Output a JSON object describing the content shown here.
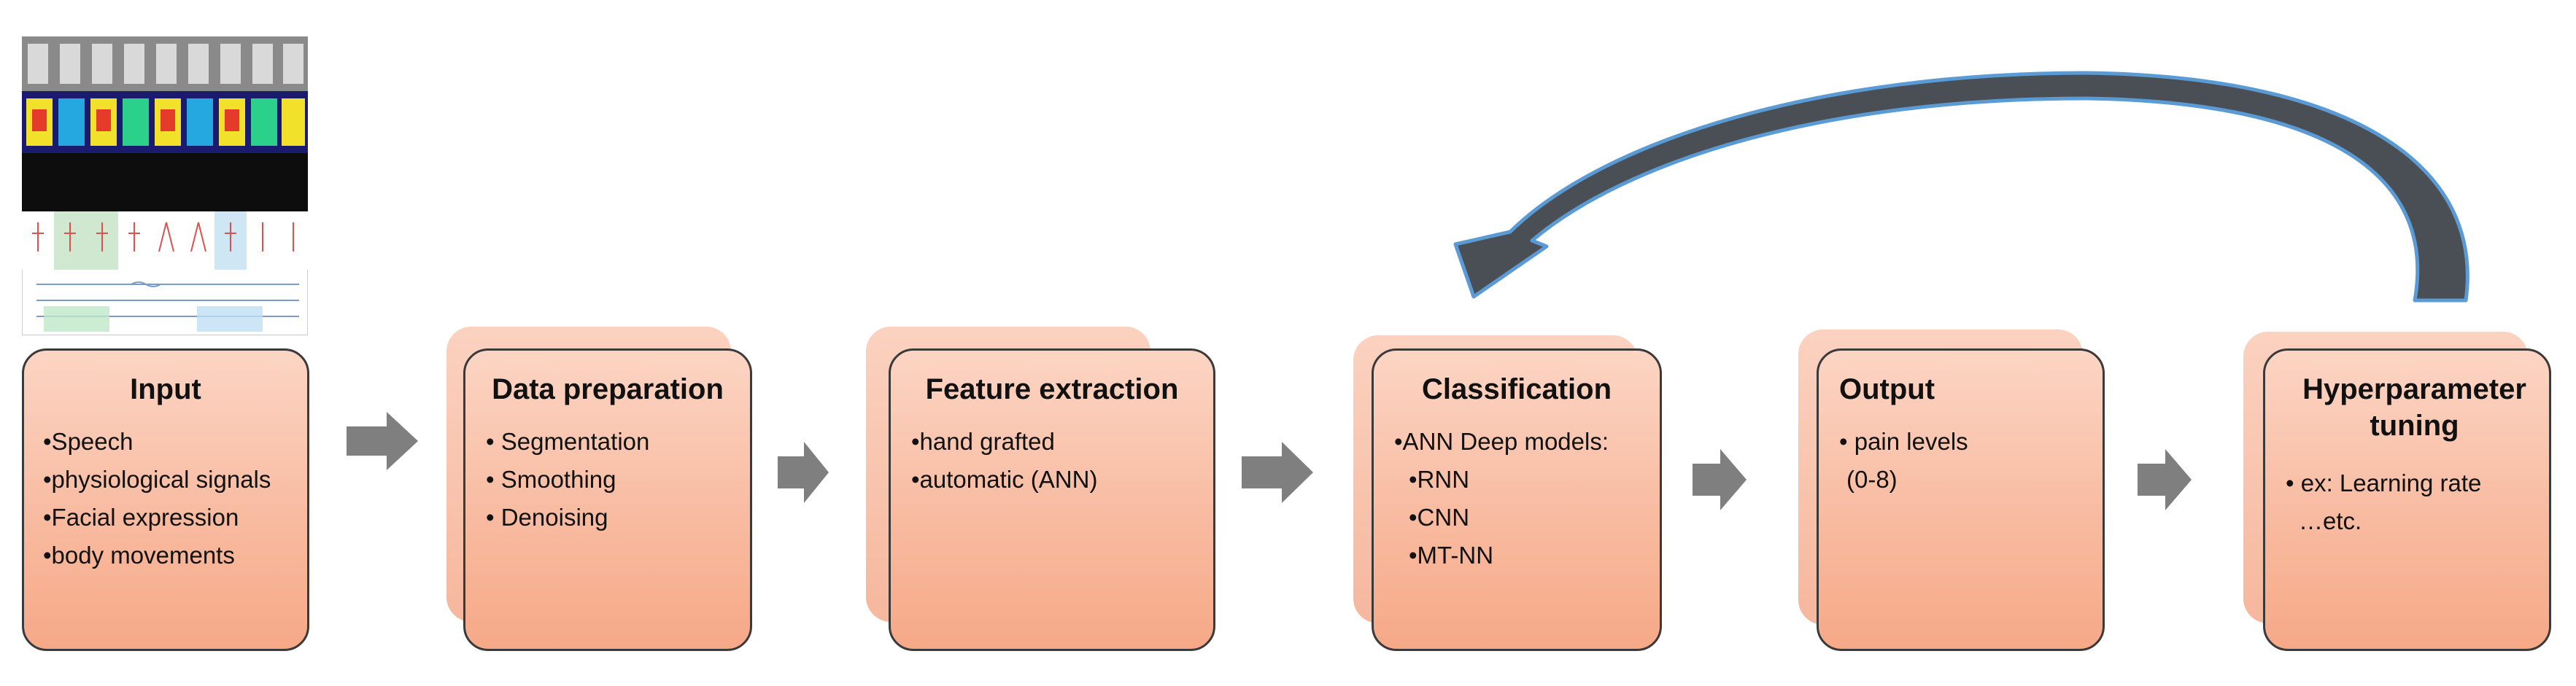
{
  "stages": [
    {
      "title": "Input",
      "items": [
        "•Speech",
        "•physiological signals",
        "•Facial expression",
        "•body movements"
      ]
    },
    {
      "title": "Data preparation",
      "items": [
        "• Segmentation",
        "• Smoothing",
        "• Denoising"
      ]
    },
    {
      "title": "Feature extraction",
      "items": [
        "•hand grafted",
        "•automatic (ANN)"
      ]
    },
    {
      "title": "Classification",
      "items": [
        "•ANN Deep models:",
        "•RNN",
        "•CNN",
        "•MT-NN"
      ]
    },
    {
      "title": "Output",
      "items": [
        "• pain levels",
        "(0-8)"
      ]
    },
    {
      "title_line1": "Hyperparameter",
      "title_line2": "tuning",
      "items": [
        "• ex: Learning rate",
        "…etc."
      ]
    }
  ],
  "colors": {
    "card_fill": "#f8b99e",
    "card_border": "#3a3a3a",
    "flow_arrow": "#7f7f7f",
    "feedback_arrow": "#4a4f55",
    "feedback_arrow_outline": "#5b9bd5"
  },
  "icons": {
    "flow_arrow": "right-block-arrow-icon",
    "feedback_arrow": "curved-feedback-arrow-icon",
    "input_thumbnail": "multimodal-signal-thumbnail"
  }
}
